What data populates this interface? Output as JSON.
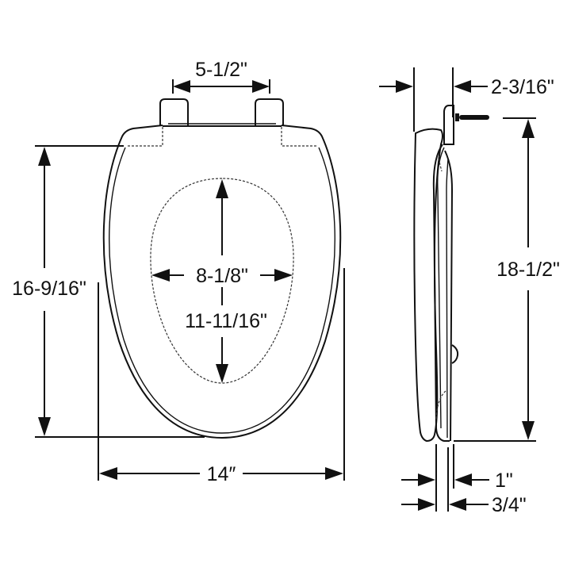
{
  "diagram": {
    "title": "Elongated toilet seat dimensions",
    "views": {
      "front": {
        "name": "top view of seat and lid",
        "dimensions": {
          "hinge_spacing": "5-1/2\"",
          "seat_length": "16-9/16\"",
          "opening_width": "8-1/8\"",
          "opening_length": "11-11/16\"",
          "overall_width": "14″"
        }
      },
      "side": {
        "name": "side profile of seat and lid",
        "dimensions": {
          "hinge_depth": "2-3/16\"",
          "overall_length": "18-1/2\"",
          "lid_thickness": "1\"",
          "seat_thickness": "3/4\""
        }
      }
    },
    "colors": {
      "line": "#111111",
      "background": "#ffffff",
      "dashed": "#333333"
    }
  }
}
